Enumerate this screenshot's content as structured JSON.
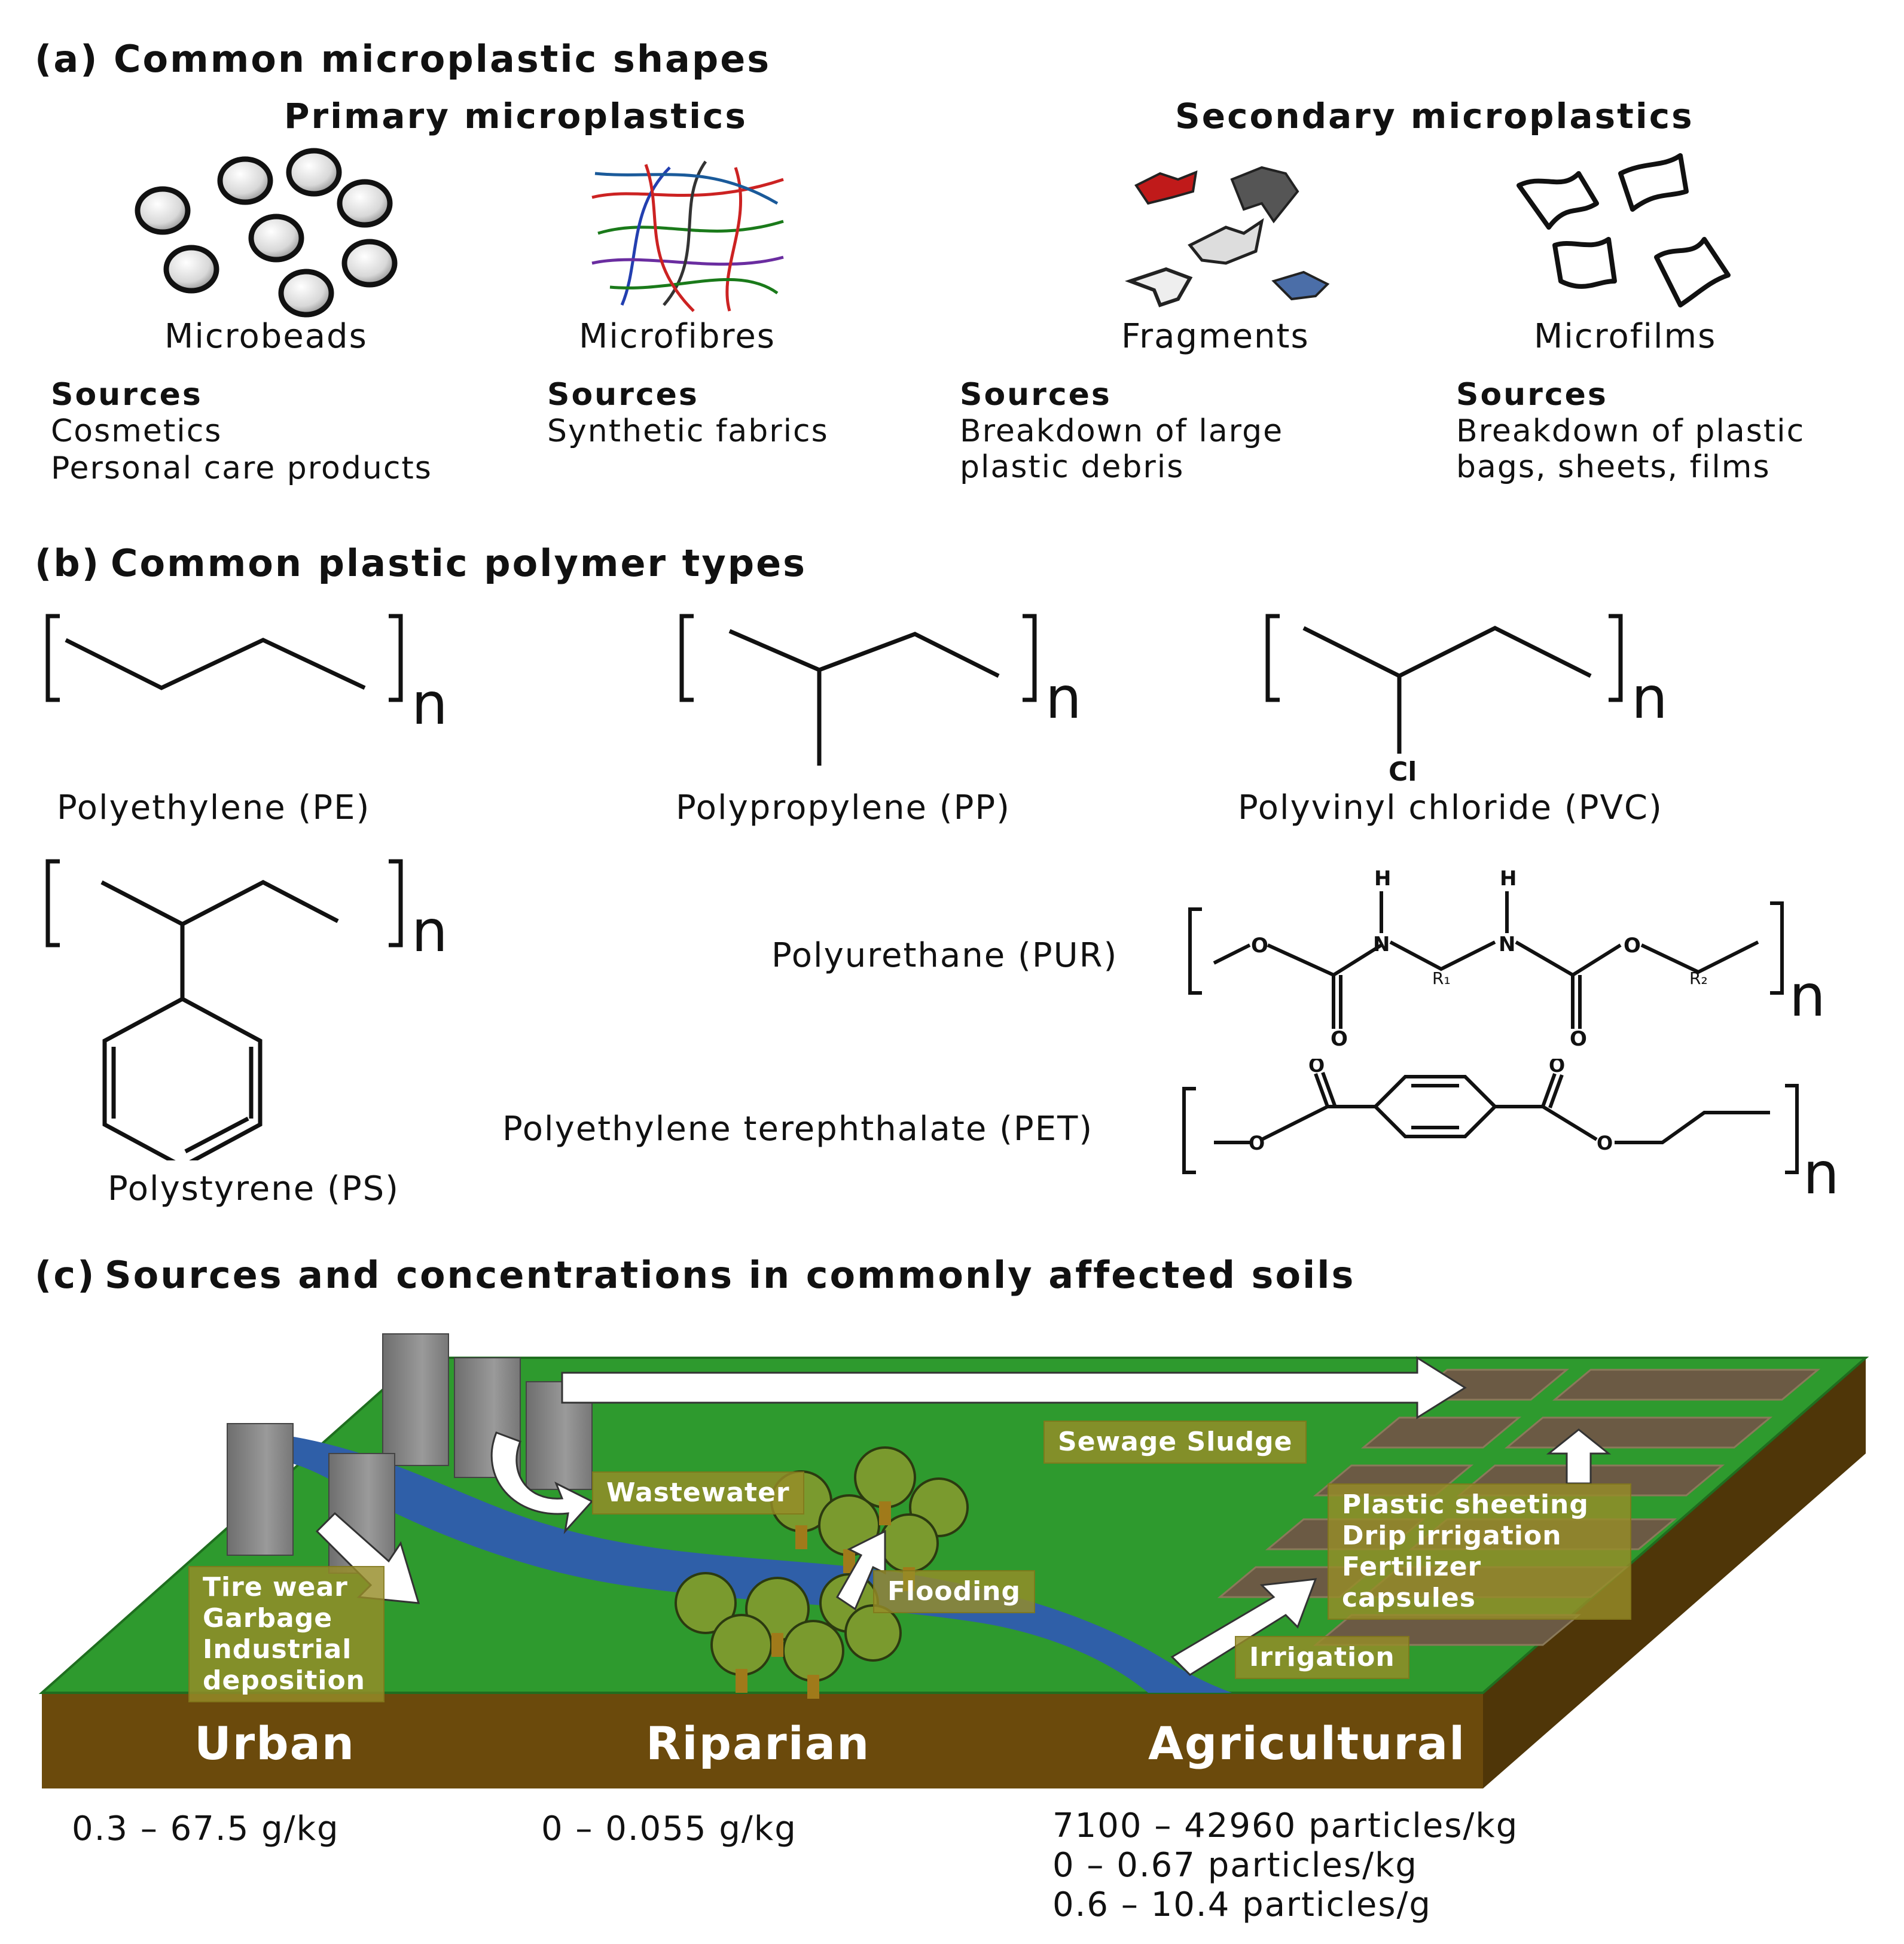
{
  "panel_a": {
    "letter": "(a)",
    "title": "Common microplastic shapes",
    "primary_title": "Primary microplastics",
    "secondary_title": "Secondary microplastics",
    "shapes": [
      {
        "label": "Microbeads",
        "sources_head": "Sources",
        "sources": [
          "Cosmetics",
          "Personal care products"
        ]
      },
      {
        "label": "Microfibres",
        "sources_head": "Sources",
        "sources": [
          "Synthetic fabrics"
        ]
      },
      {
        "label": "Fragments",
        "sources_head": "Sources",
        "sources": [
          "Breakdown of large",
          "plastic debris"
        ]
      },
      {
        "label": "Microfilms",
        "sources_head": "Sources",
        "sources": [
          "Breakdown of plastic",
          "bags, sheets, films"
        ]
      }
    ]
  },
  "panel_b": {
    "letter": "(b)",
    "title": "Common plastic polymer types",
    "polymers": {
      "pe": "Polyethylene (PE)",
      "pp": "Polypropylene (PP)",
      "pvc": "Polyvinyl chloride (PVC)",
      "ps": "Polystyrene (PS)",
      "pur": "Polyurethane (PUR)",
      "pet": "Polyethylene terephthalate (PET)"
    },
    "repeat_unit": "n",
    "atoms": {
      "cl": "Cl",
      "h": "H",
      "n": "N",
      "o": "O",
      "r1": "R₁",
      "r2": "R₂"
    }
  },
  "panel_c": {
    "letter": "(c)",
    "title": "Sources and concentrations in commonly affected soils",
    "zones": [
      "Urban",
      "Riparian",
      "Agricultural"
    ],
    "boxes": {
      "urban": [
        "Tire wear",
        "Garbage",
        "Industrial",
        "deposition"
      ],
      "wastewater": "Wastewater",
      "sludge": "Sewage Sludge",
      "flooding": "Flooding",
      "irrigation": "Irrigation",
      "agri": [
        "Plastic sheeting",
        "Drip irrigation",
        "Fertilizer capsules"
      ]
    },
    "concentrations": {
      "urban": "0.3 – 67.5 g/kg",
      "riparian": "0 – 0.055 g/kg",
      "agricultural": [
        "7100 – 42960 particles/kg",
        "0 – 0.67 particles/kg",
        "0.6 – 10.4 particles/g"
      ]
    }
  },
  "colors": {
    "grass": "#2e9a2e",
    "soil": "#6b4a0c",
    "river": "#2f5fa8",
    "label_box": "#968c28",
    "building": "#8a8a8a"
  }
}
